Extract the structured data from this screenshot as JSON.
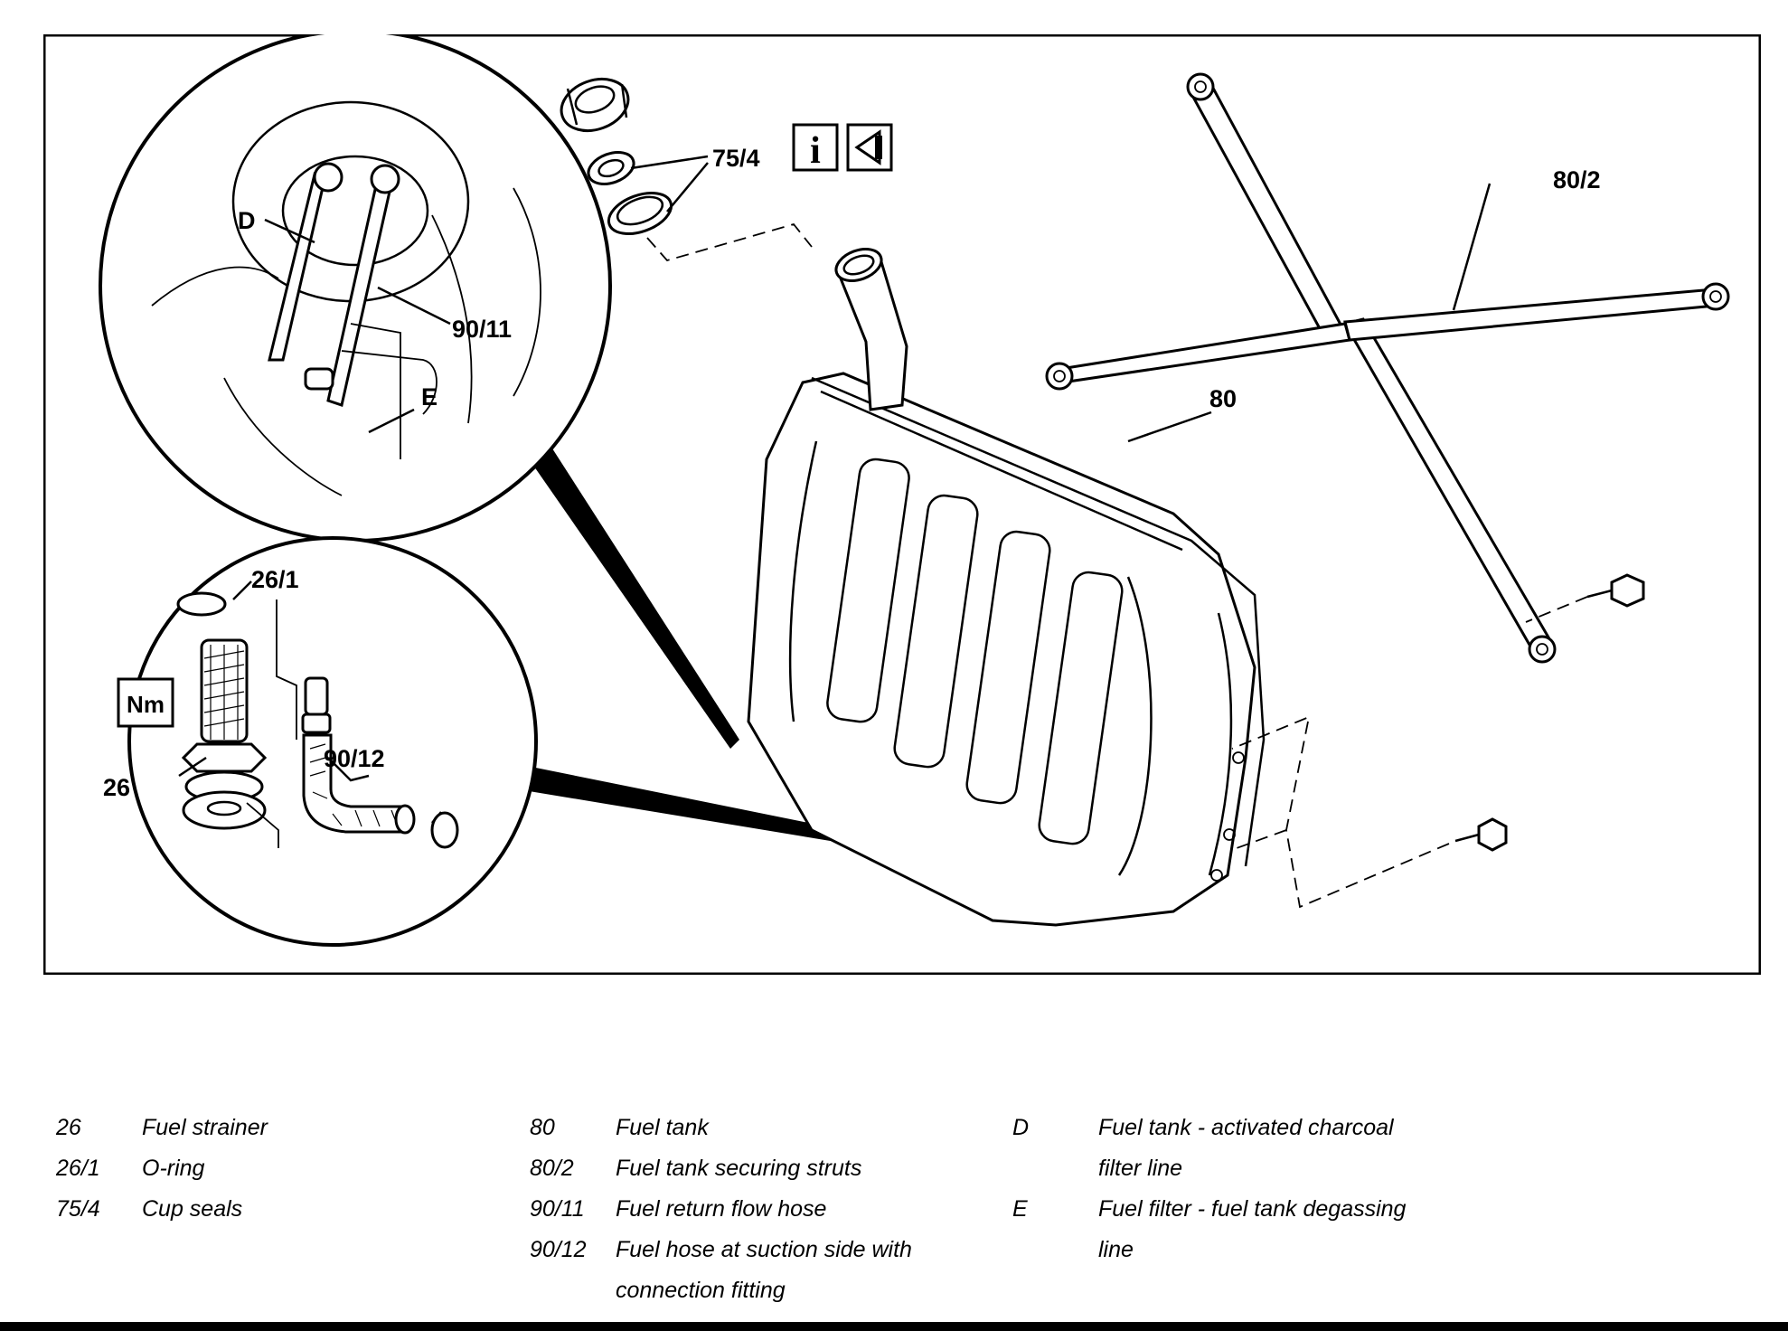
{
  "callouts": {
    "c75_4": "75/4",
    "c80_2": "80/2",
    "c80": "80",
    "cD": "D",
    "c90_11": "90/11",
    "cE": "E",
    "c26_1": "26/1",
    "c26": "26",
    "c90_12": "90/12",
    "nm": "Nm",
    "info": "i"
  },
  "legend": {
    "col1": [
      {
        "num": "26",
        "text": "Fuel strainer"
      },
      {
        "num": "26/1",
        "text": "O-ring"
      },
      {
        "num": "75/4",
        "text": "Cup seals"
      }
    ],
    "col2": [
      {
        "num": "80",
        "text": "Fuel tank"
      },
      {
        "num": "80/2",
        "text": "Fuel tank securing struts"
      },
      {
        "num": "90/11",
        "text": "Fuel return flow hose"
      },
      {
        "num": "90/12",
        "text": "Fuel hose at suction side with connection fitting"
      }
    ],
    "col3": [
      {
        "num": "D",
        "text": "Fuel tank - activated charcoal filter line"
      },
      {
        "num": "E",
        "text": "Fuel filter - fuel tank degassing line"
      }
    ]
  }
}
